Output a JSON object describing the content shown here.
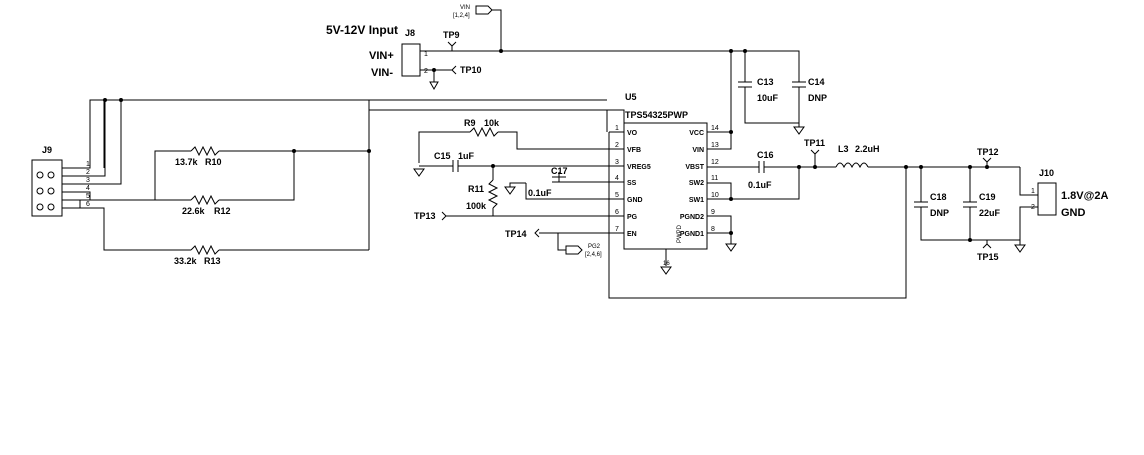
{
  "input_label": "5V-12V Input",
  "vin_flag": {
    "label": "VIN",
    "pages": "[1,2,4]"
  },
  "pg_flag": {
    "label": "PG2",
    "pages": "[2,4,6]"
  },
  "j8": {
    "ref": "J8",
    "pin1": "1",
    "pin2": "2",
    "vin_plus": "VIN+",
    "vin_minus": "VIN-"
  },
  "j9": {
    "ref": "J9",
    "pins": [
      "1",
      "2",
      "3",
      "4",
      "5",
      "6"
    ]
  },
  "j10": {
    "ref": "J10",
    "pin1": "1",
    "pin2": "2",
    "out_label": "1.8V@2A",
    "gnd_label": "GND"
  },
  "u5": {
    "ref": "U5",
    "part": "TPS54325PWP",
    "pad_label": "PWPD",
    "pin16": "16",
    "left_pins": [
      {
        "num": "1",
        "name": "VO"
      },
      {
        "num": "2",
        "name": "VFB"
      },
      {
        "num": "3",
        "name": "VREG5"
      },
      {
        "num": "4",
        "name": "SS"
      },
      {
        "num": "5",
        "name": "GND"
      },
      {
        "num": "6",
        "name": "PG"
      },
      {
        "num": "7",
        "name": "EN"
      }
    ],
    "right_pins": [
      {
        "num": "14",
        "name": "VCC"
      },
      {
        "num": "13",
        "name": "VIN"
      },
      {
        "num": "12",
        "name": "VBST"
      },
      {
        "num": "11",
        "name": "SW2"
      },
      {
        "num": "10",
        "name": "SW1"
      },
      {
        "num": "9",
        "name": "PGND2"
      },
      {
        "num": "8",
        "name": "PGND1"
      }
    ]
  },
  "resistors": {
    "r9": {
      "ref": "R9",
      "value": "10k"
    },
    "r10": {
      "ref": "R10",
      "value": "13.7k"
    },
    "r11": {
      "ref": "R11",
      "value": "100k"
    },
    "r12": {
      "ref": "R12",
      "value": "22.6k"
    },
    "r13": {
      "ref": "R13",
      "value": "33.2k"
    }
  },
  "capacitors": {
    "c13": {
      "ref": "C13",
      "value": "10uF"
    },
    "c14": {
      "ref": "C14",
      "value": "DNP"
    },
    "c15": {
      "ref": "C15",
      "value": "1uF"
    },
    "c16": {
      "ref": "C16",
      "value": "0.1uF"
    },
    "c17": {
      "ref": "C17",
      "value": "0.1uF"
    },
    "c18": {
      "ref": "C18",
      "value": "DNP"
    },
    "c19": {
      "ref": "C19",
      "value": "22uF"
    }
  },
  "inductor": {
    "ref": "L3",
    "value": "2.2uH"
  },
  "test_points": {
    "tp9": "TP9",
    "tp10": "TP10",
    "tp11": "TP11",
    "tp12": "TP12",
    "tp13": "TP13",
    "tp14": "TP14",
    "tp15": "TP15"
  }
}
